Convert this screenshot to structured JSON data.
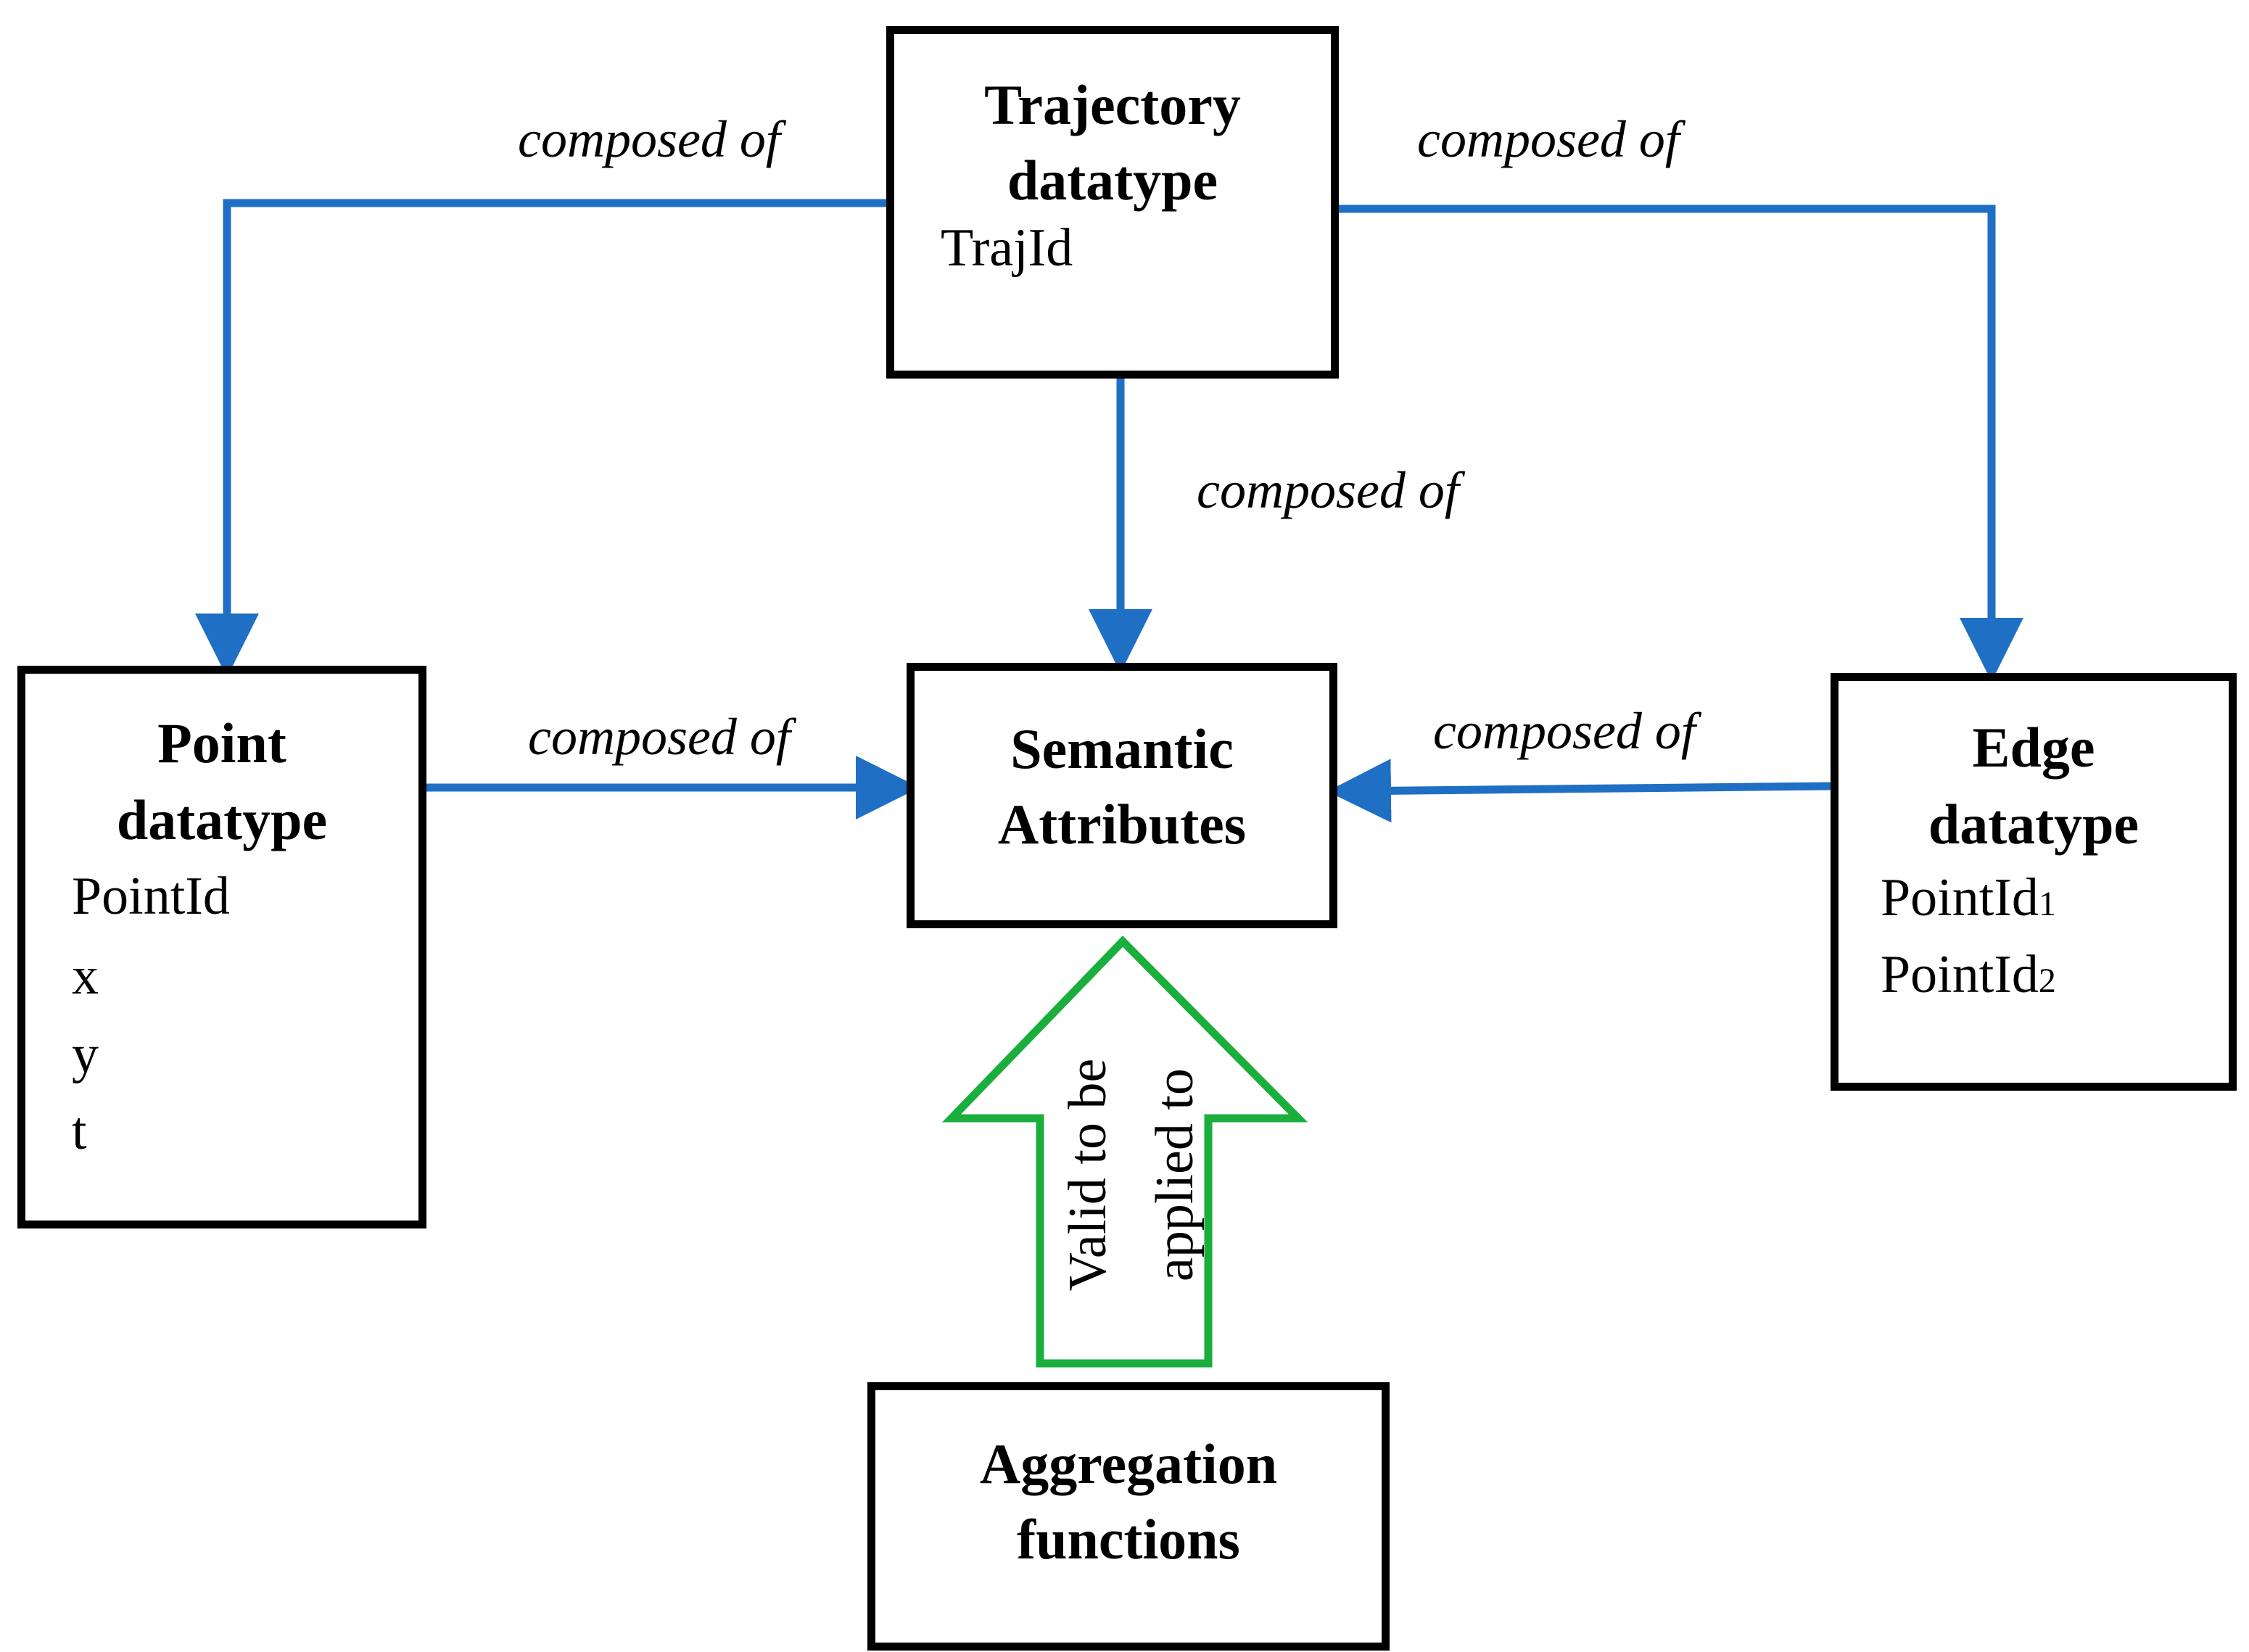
{
  "nodes": {
    "trajectory": {
      "title": [
        "Trajectory",
        "datatype"
      ],
      "attrs": [
        "TrajId"
      ]
    },
    "point": {
      "title": [
        "Point",
        "datatype"
      ],
      "attrs": [
        "PointId",
        "x",
        "y",
        "t"
      ]
    },
    "semantic": {
      "title": [
        "Semantic",
        "Attributes"
      ]
    },
    "edge": {
      "title": [
        "Edge",
        "datatype"
      ],
      "attrs": [
        "PointId",
        "PointId"
      ],
      "subscripts": [
        "1",
        "2"
      ]
    },
    "aggregation": {
      "title": [
        "Aggregation",
        "functions"
      ]
    }
  },
  "edges": {
    "traj_to_point": "composed of",
    "traj_to_edge": "composed of",
    "traj_to_semantic": "composed of",
    "point_to_semantic": "composed of",
    "edge_to_semantic": "composed of",
    "aggregation_to_semantic": [
      "Valid to be",
      "applied to"
    ]
  },
  "colors": {
    "arrow": "#1f6fc4",
    "valid_arrow": "#1aae3c",
    "box_border": "#000000"
  }
}
